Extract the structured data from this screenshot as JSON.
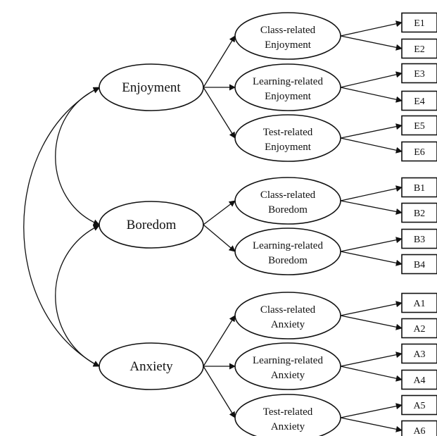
{
  "main_constructs": [
    {
      "id": "enjoyment",
      "label": "Enjoyment"
    },
    {
      "id": "boredom",
      "label": "Boredom"
    },
    {
      "id": "anxiety",
      "label": "Anxiety"
    }
  ],
  "sub_constructs": [
    {
      "id": "class-enjoyment",
      "parent": "enjoyment",
      "lines": [
        "Class-related",
        "Enjoyment"
      ],
      "indicators": [
        "E1",
        "E2"
      ]
    },
    {
      "id": "learning-enjoyment",
      "parent": "enjoyment",
      "lines": [
        "Learning-related",
        "Enjoyment"
      ],
      "indicators": [
        "E3",
        "E4"
      ]
    },
    {
      "id": "test-enjoyment",
      "parent": "enjoyment",
      "lines": [
        "Test-related",
        "Enjoyment"
      ],
      "indicators": [
        "E5",
        "E6"
      ]
    },
    {
      "id": "class-boredom",
      "parent": "boredom",
      "lines": [
        "Class-related",
        "Boredom"
      ],
      "indicators": [
        "B1",
        "B2"
      ]
    },
    {
      "id": "learning-boredom",
      "parent": "boredom",
      "lines": [
        "Learning-related",
        "Boredom"
      ],
      "indicators": [
        "B3",
        "B4"
      ]
    },
    {
      "id": "class-anxiety",
      "parent": "anxiety",
      "lines": [
        "Class-related",
        "Anxiety"
      ],
      "indicators": [
        "A1",
        "A2"
      ]
    },
    {
      "id": "learning-anxiety",
      "parent": "anxiety",
      "lines": [
        "Learning-related",
        "Anxiety"
      ],
      "indicators": [
        "A3",
        "A4"
      ]
    },
    {
      "id": "test-anxiety",
      "parent": "anxiety",
      "lines": [
        "Test-related",
        "Anxiety"
      ],
      "indicators": [
        "A5",
        "A6"
      ]
    }
  ],
  "correlations": [
    [
      "enjoyment",
      "boredom"
    ],
    [
      "boredom",
      "anxiety"
    ],
    [
      "enjoyment",
      "anxiety"
    ]
  ]
}
